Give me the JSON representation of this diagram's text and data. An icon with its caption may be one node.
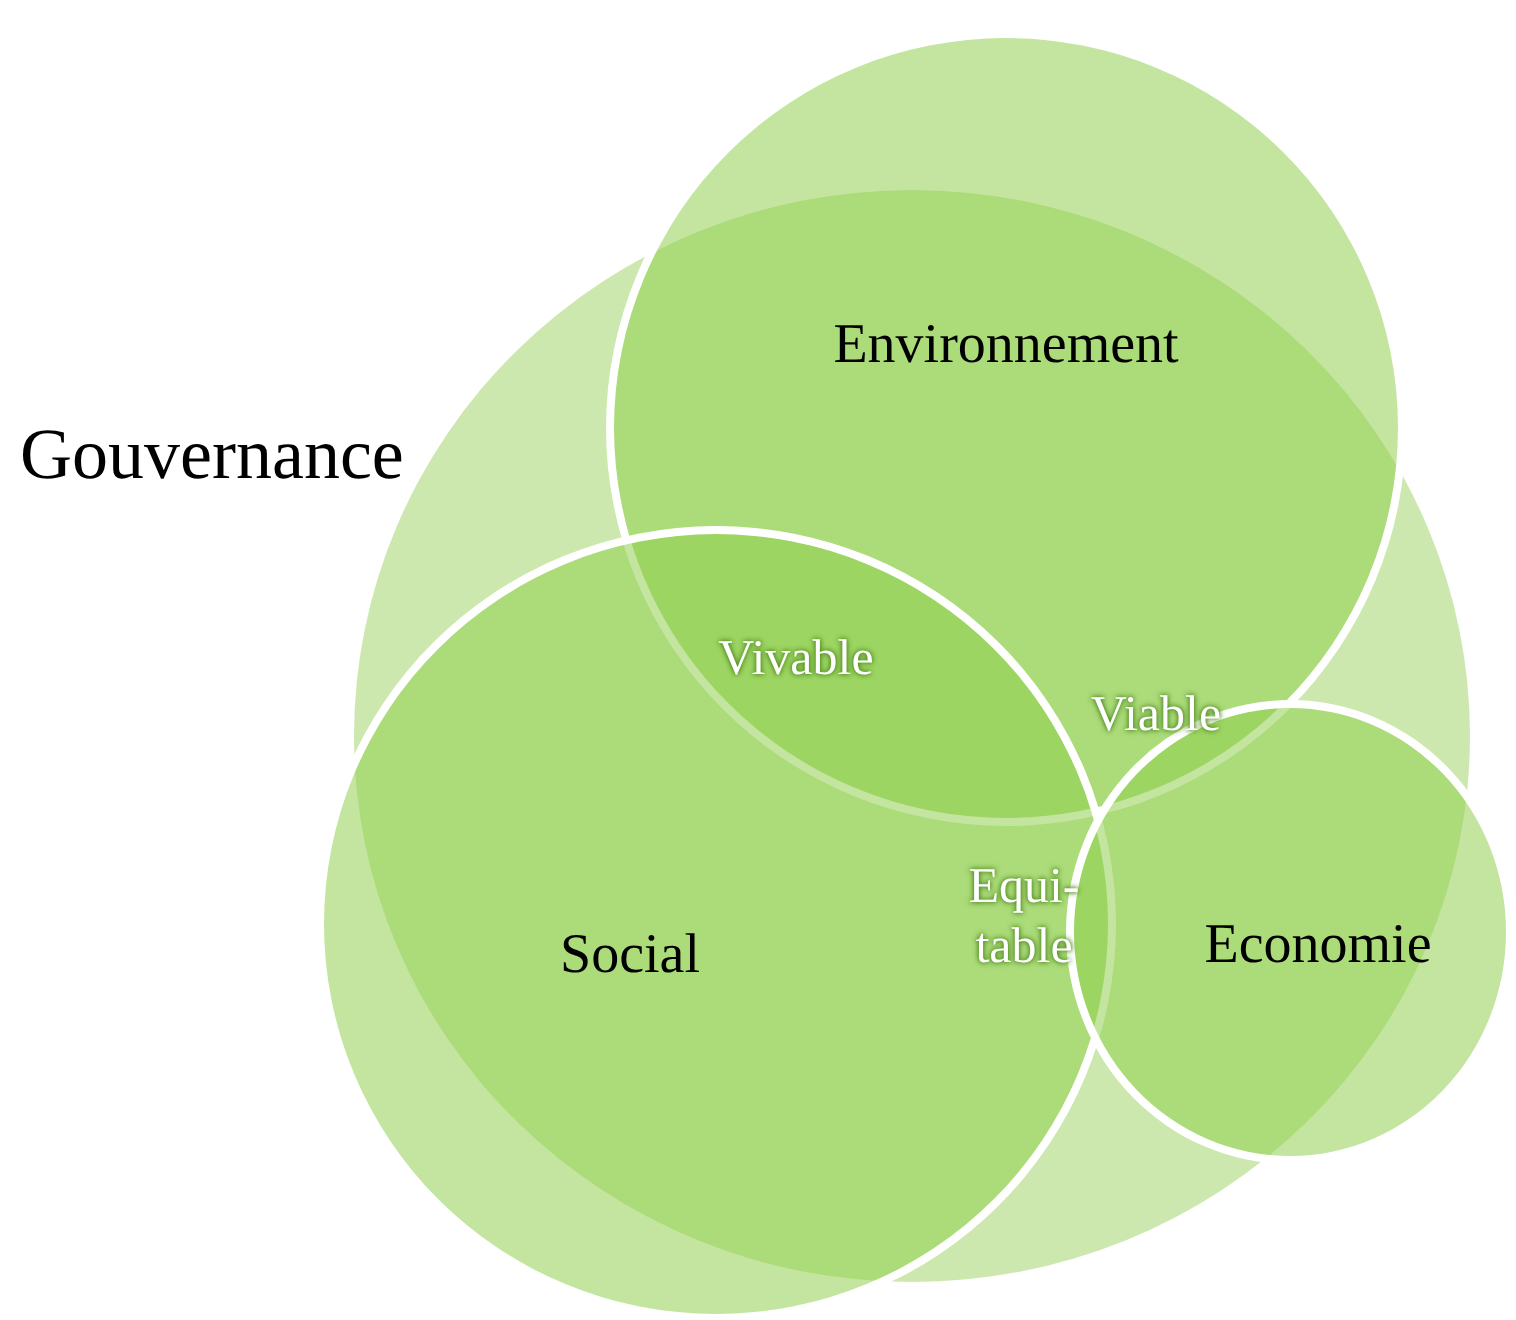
{
  "diagram": {
    "nodes": [
      {
        "text": [
          "Gouvernance"
        ]
      },
      {
        "text": [
          "Environnement"
        ]
      },
      {
        "text": [
          "Social"
        ]
      },
      {
        "text": [
          "Economie"
        ]
      }
    ],
    "labels": [
      "Vivable",
      "Viable",
      "Equi- table"
    ]
  }
}
